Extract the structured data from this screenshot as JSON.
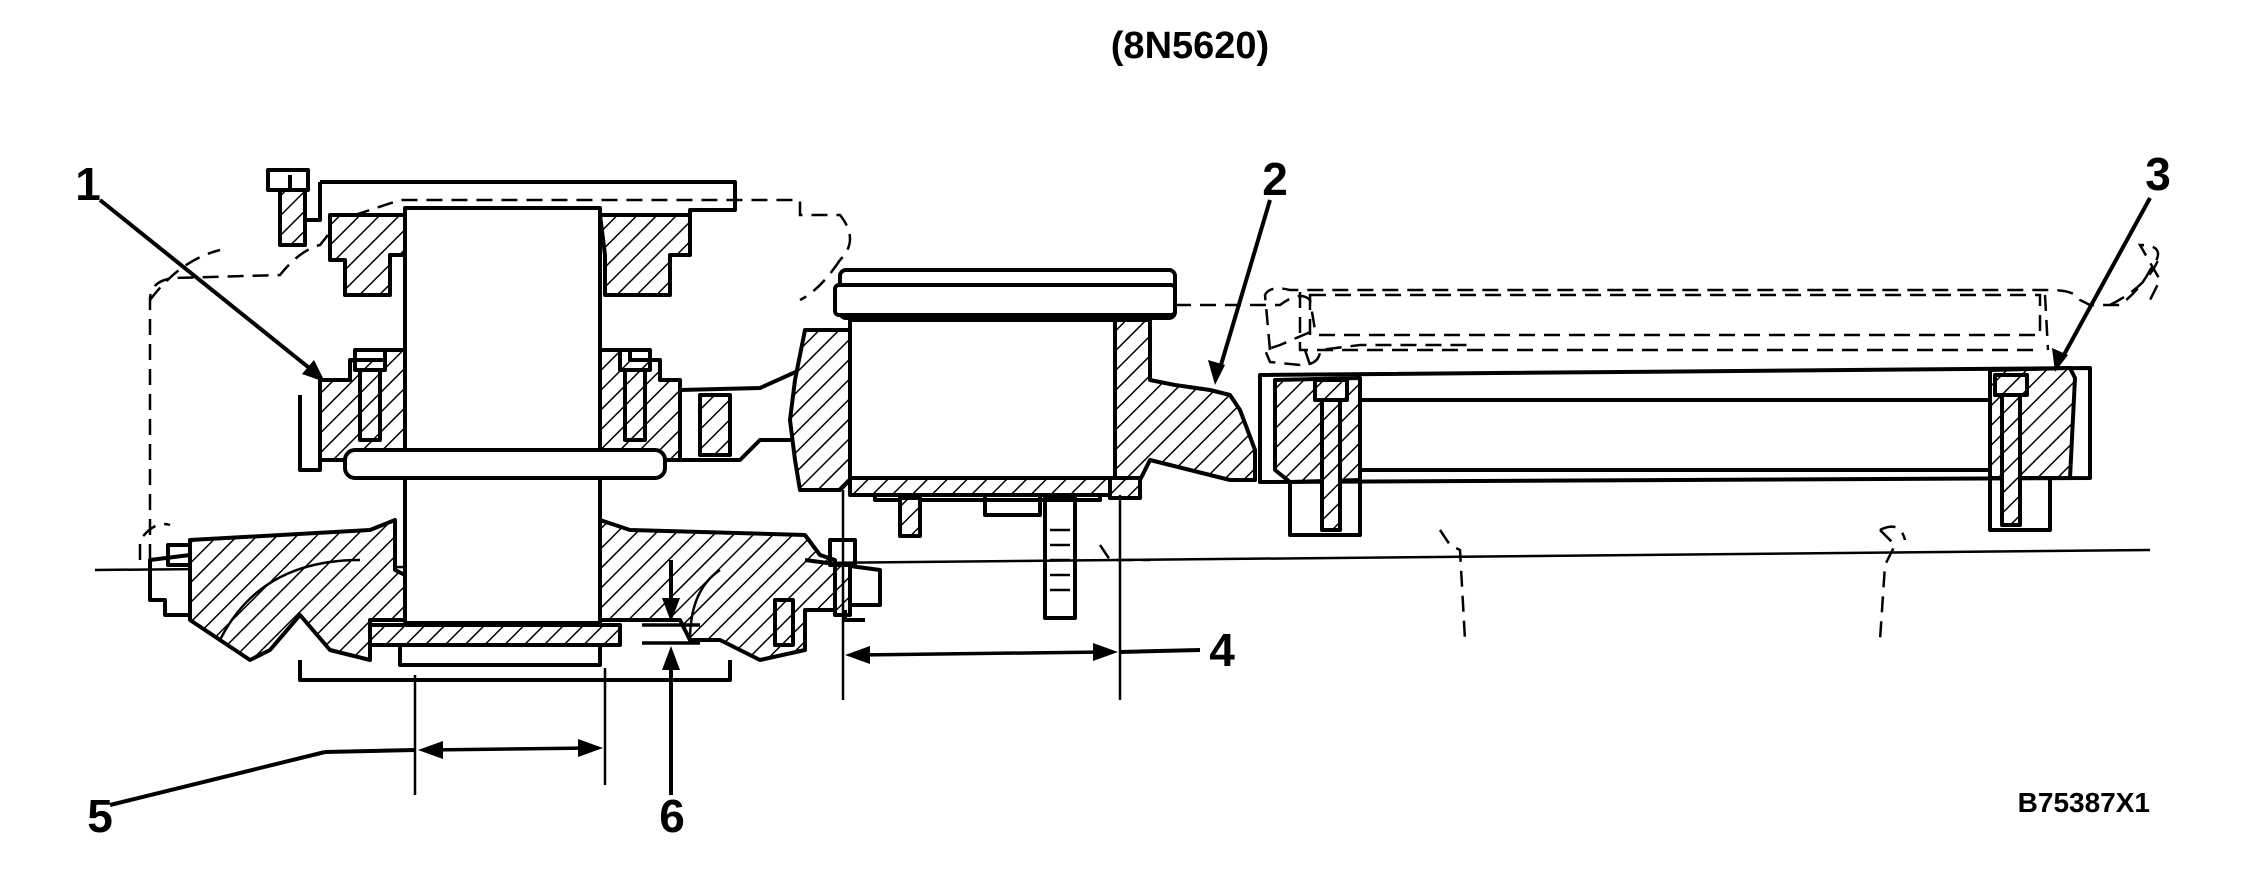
{
  "figure": {
    "title": "(8N5620)",
    "reference_code": "B75387X1"
  },
  "callouts": [
    {
      "id": "1",
      "label": "1"
    },
    {
      "id": "2",
      "label": "2"
    },
    {
      "id": "3",
      "label": "3"
    },
    {
      "id": "4",
      "label": "4"
    },
    {
      "id": "5",
      "label": "5"
    },
    {
      "id": "6",
      "label": "6"
    }
  ]
}
